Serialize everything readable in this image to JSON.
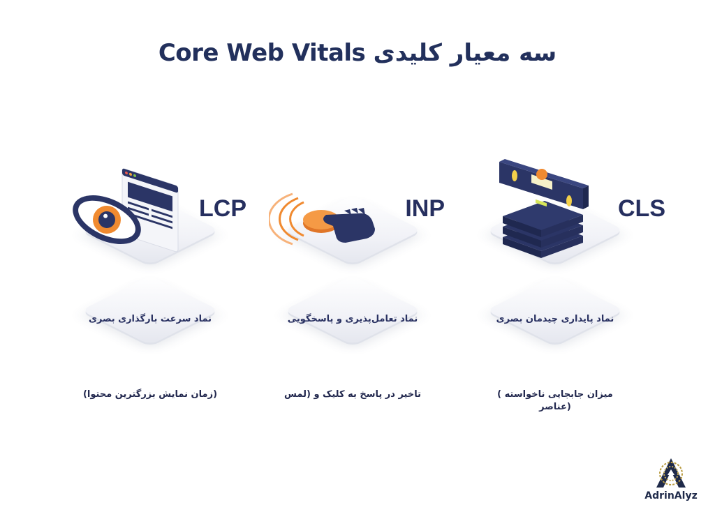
{
  "header": {
    "title": "Core Web Vitals سه معیار کلیدی"
  },
  "colors": {
    "navy": "#262f5f",
    "orange": "#f08a30",
    "platform": "#eef0f5",
    "background": "#ffffff"
  },
  "metrics": [
    {
      "acronym": "LCP",
      "icon": "eye-browser-icon",
      "symbol_label": "نماد سرعت بارگذاری بصری",
      "description": "(زمان نمایش بزرگترین محتوا)"
    },
    {
      "acronym": "INP",
      "icon": "hand-pointer-tap-icon",
      "symbol_label": "نماد تعامل‌پذیری و پاسخگویی",
      "description": "تاخیر در پاسخ به کلیک و (لمس"
    },
    {
      "acronym": "CLS",
      "icon": "spirit-level-stack-icon",
      "symbol_label": "نماد پایداری چیدمان بصری",
      "description": "میزان جابجایی ناخواسته ) (عناصر"
    }
  ],
  "logo": {
    "text": "AdrinAlyz",
    "icon": "adrinalyz-logo-icon"
  }
}
